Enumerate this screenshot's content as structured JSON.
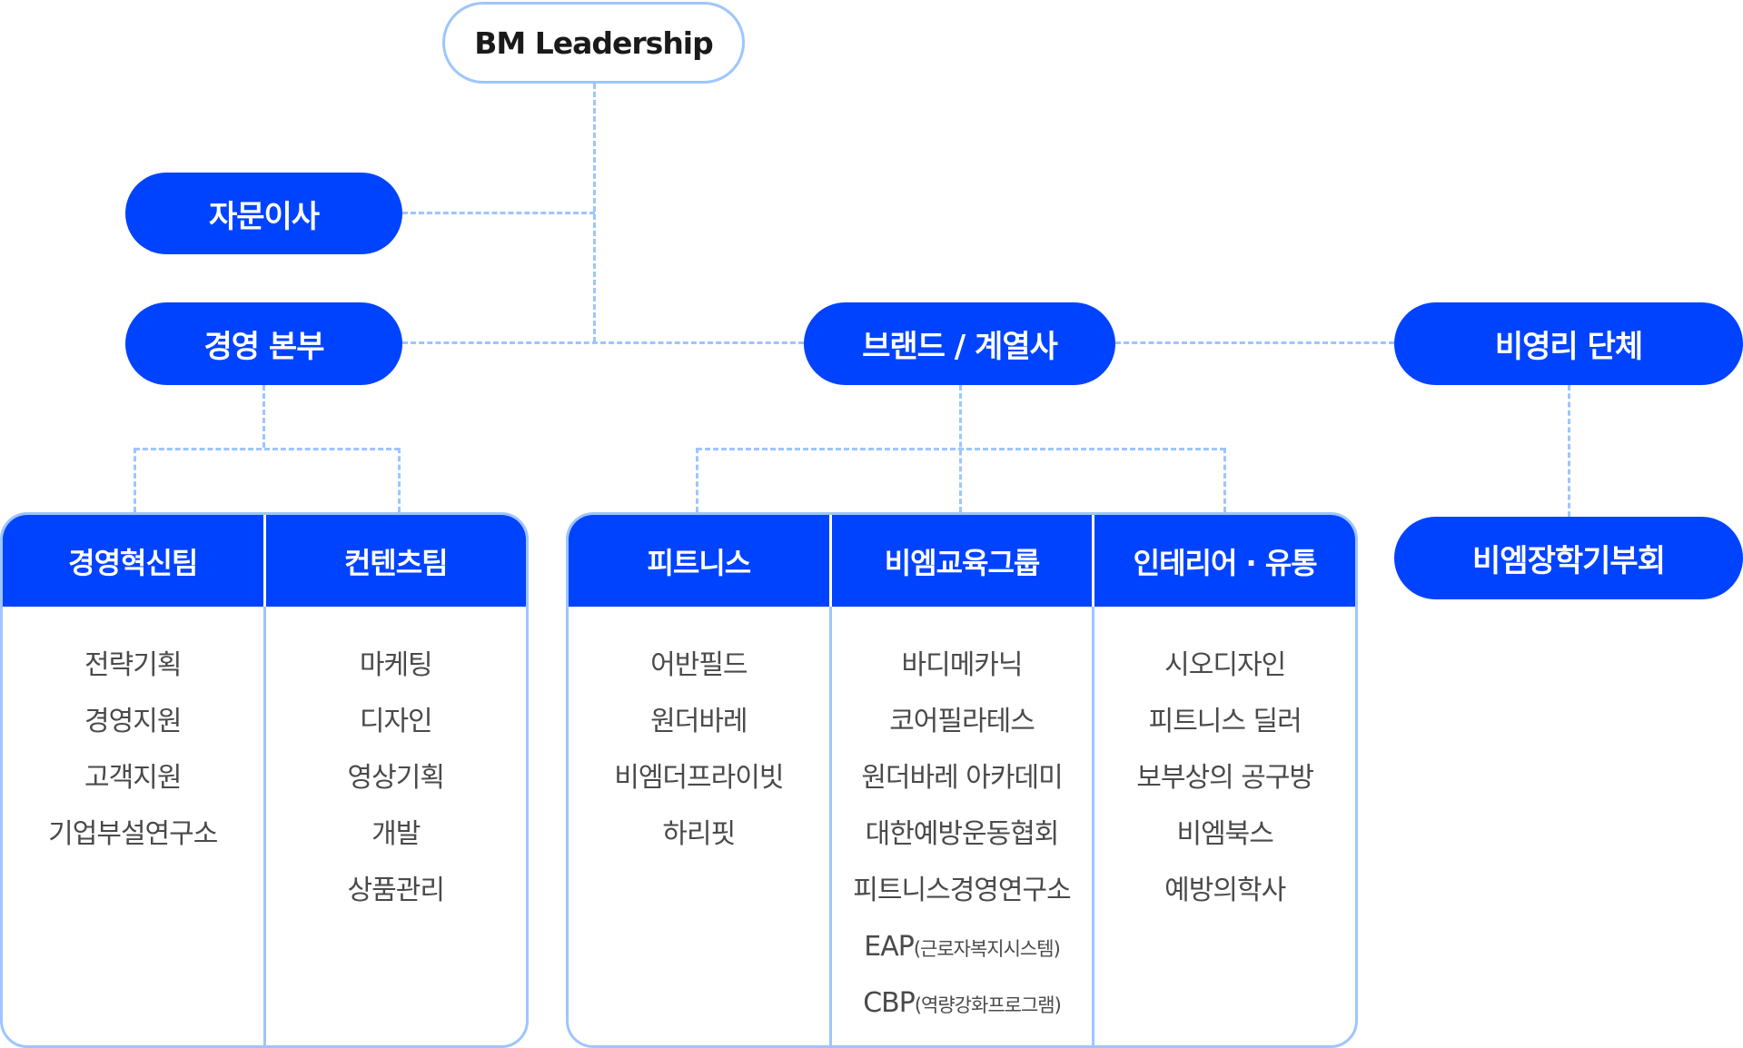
{
  "colors": {
    "primary": "#0043FF",
    "line": "#9EC5FF",
    "text": "#4a4a4a"
  },
  "top": {
    "label": "BM Leadership"
  },
  "advisor": {
    "label": "자문이사"
  },
  "divisions": [
    {
      "label": "경영 본부"
    },
    {
      "label": "브랜드 / 계열사"
    },
    {
      "label": "비영리 단체"
    }
  ],
  "management_teams": [
    {
      "title": "경영혁신팀",
      "items": [
        "전략기획",
        "경영지원",
        "고객지원",
        "기업부설연구소"
      ]
    },
    {
      "title": "컨텐츠팀",
      "items": [
        "마케팅",
        "디자인",
        "영상기획",
        "개발",
        "상품관리"
      ]
    }
  ],
  "brand_groups": [
    {
      "title": "피트니스",
      "items": [
        {
          "main": "어반필드",
          "sub": ""
        },
        {
          "main": "원더바레",
          "sub": ""
        },
        {
          "main": "비엠더프라이빗",
          "sub": ""
        },
        {
          "main": "하리핏",
          "sub": ""
        }
      ]
    },
    {
      "title": "비엠교육그룹",
      "items": [
        {
          "main": "바디메카닉",
          "sub": ""
        },
        {
          "main": "코어필라테스",
          "sub": ""
        },
        {
          "main": "원더바레 아카데미",
          "sub": ""
        },
        {
          "main": "대한예방운동협회",
          "sub": ""
        },
        {
          "main": "피트니스경영연구소",
          "sub": ""
        },
        {
          "main": "EAP",
          "sub": "(근로자복지시스템)"
        },
        {
          "main": "CBP",
          "sub": "(역량강화프로그램)"
        }
      ]
    },
    {
      "title": "인테리어 · 유통",
      "items": [
        {
          "main": "시오디자인",
          "sub": ""
        },
        {
          "main": "피트니스 딜러",
          "sub": ""
        },
        {
          "main": "보부상의 공구방",
          "sub": ""
        },
        {
          "main": "비엠북스",
          "sub": ""
        },
        {
          "main": "예방의학사",
          "sub": ""
        }
      ]
    }
  ],
  "nonprofit": {
    "label": "비엠장학기부회"
  }
}
